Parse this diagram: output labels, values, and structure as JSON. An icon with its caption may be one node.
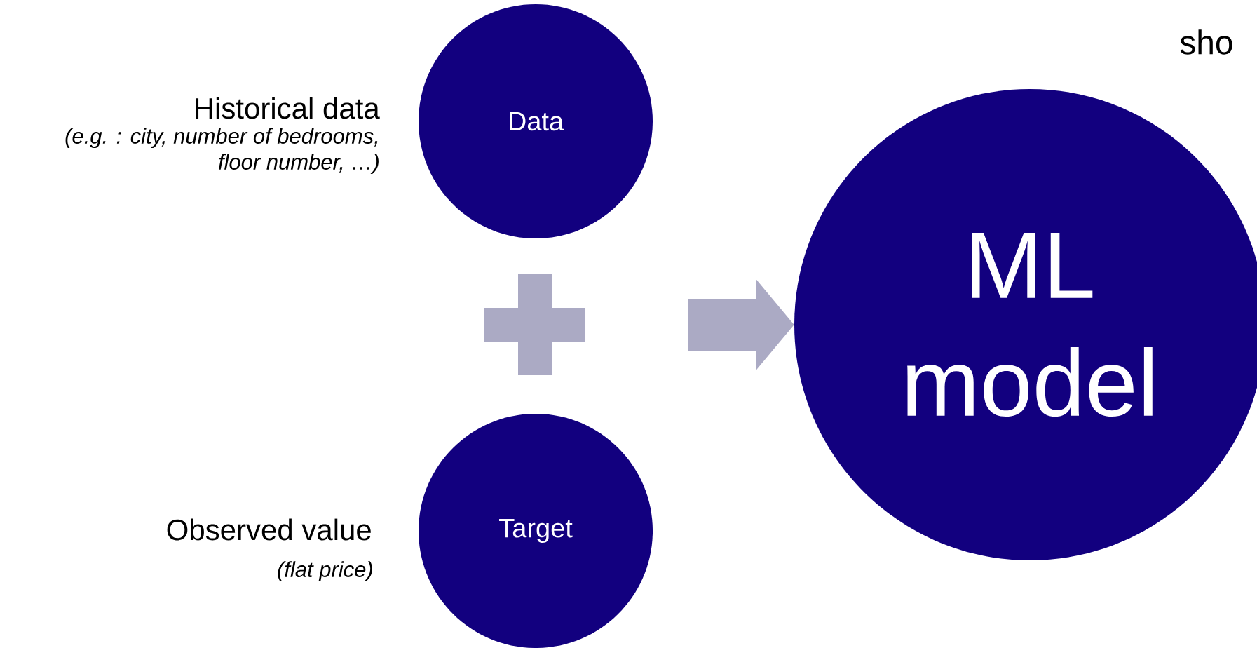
{
  "diagram": {
    "nodes": [
      {
        "text": [
          "Data"
        ],
        "beside": [
          "Historical data",
          "(e.g. : city, number of bedrooms, floor number, …)"
        ]
      },
      {
        "text": [
          "Target"
        ],
        "beside": [
          "Observed value",
          "(flat price)"
        ]
      },
      {
        "text": [
          "ML model"
        ]
      }
    ],
    "edges": [
      {
        "from": null,
        "to": 2,
        "arrow": "to"
      }
    ],
    "labels": [
      "sho"
    ]
  }
}
